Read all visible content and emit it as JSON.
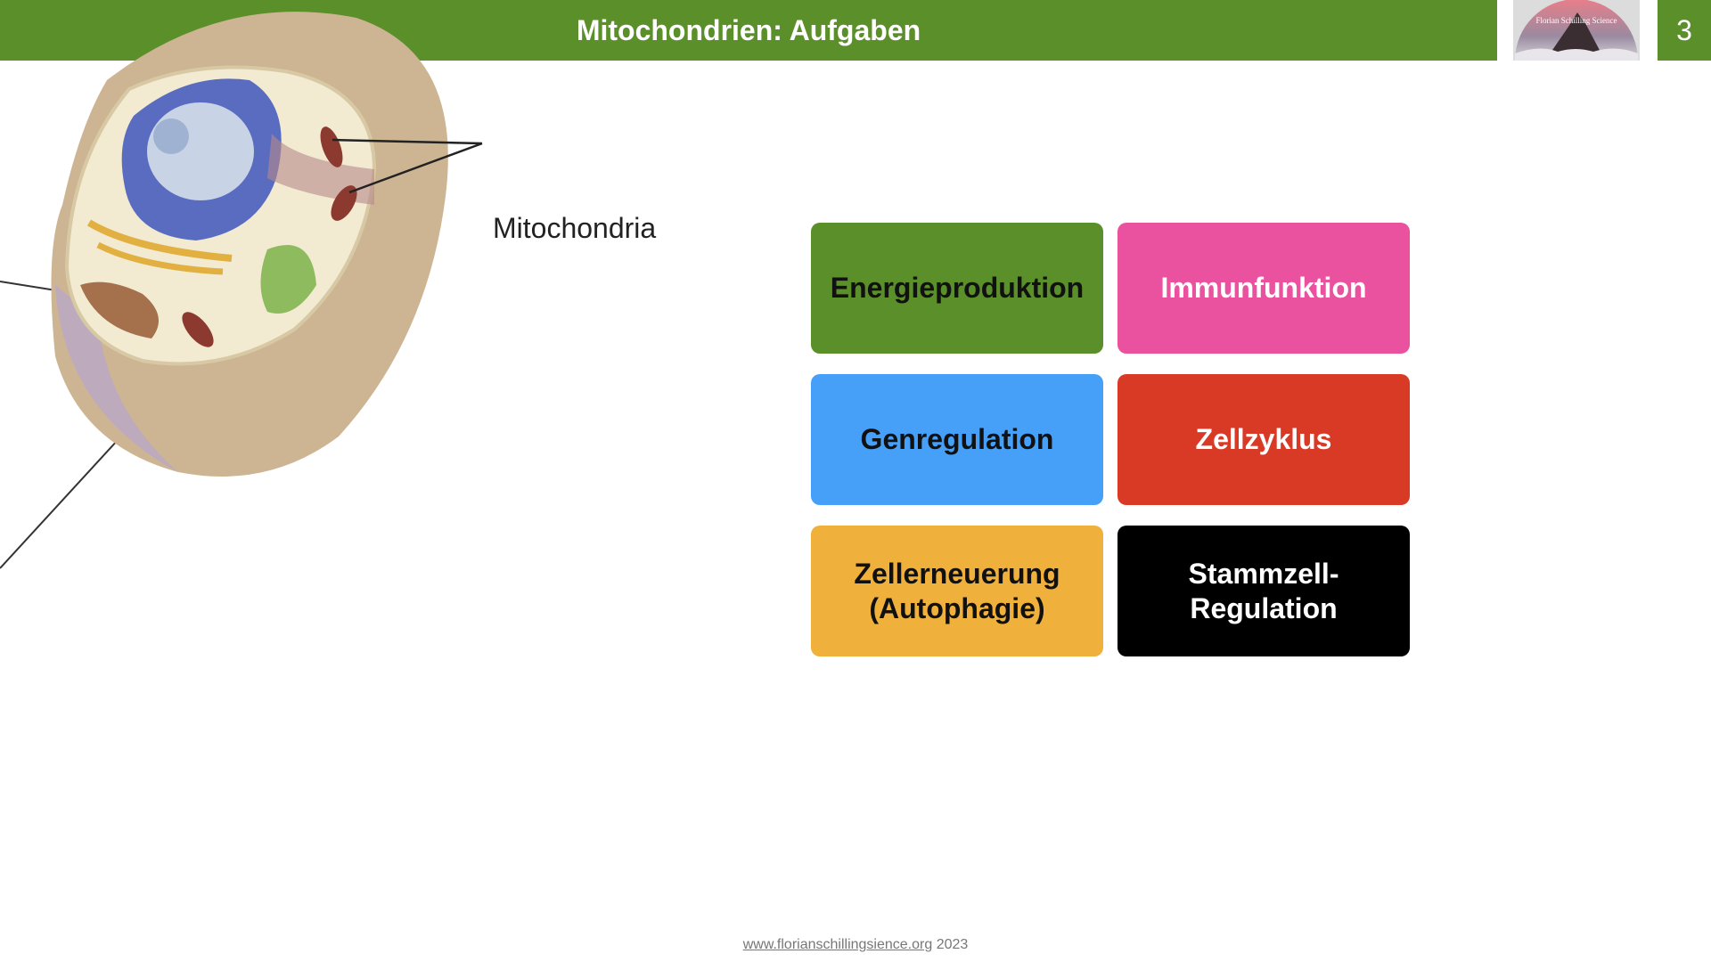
{
  "header": {
    "title": "Mitochondrien: Aufgaben",
    "page_number": "3",
    "logo_text": "Florian Schilling Science"
  },
  "diagram": {
    "label": "Mitochondria"
  },
  "tiles": [
    {
      "label": "Energieproduktion",
      "bg": "#5b8f29",
      "fg": "#111111"
    },
    {
      "label": "Immunfunktion",
      "bg": "#ea52a0",
      "fg": "#ffffff"
    },
    {
      "label": "Genregulation",
      "bg": "#47a0f7",
      "fg": "#111111"
    },
    {
      "label": "Zellzyklus",
      "bg": "#d93a26",
      "fg": "#ffffff"
    },
    {
      "label": "Zellerneuerung (Autophagie)",
      "bg": "#f0b13c",
      "fg": "#111111"
    },
    {
      "label": "Stammzell-Regulation",
      "bg": "#000000",
      "fg": "#ffffff"
    }
  ],
  "footer": {
    "link": "www.florianschillingsience.org",
    "year": "2023"
  }
}
